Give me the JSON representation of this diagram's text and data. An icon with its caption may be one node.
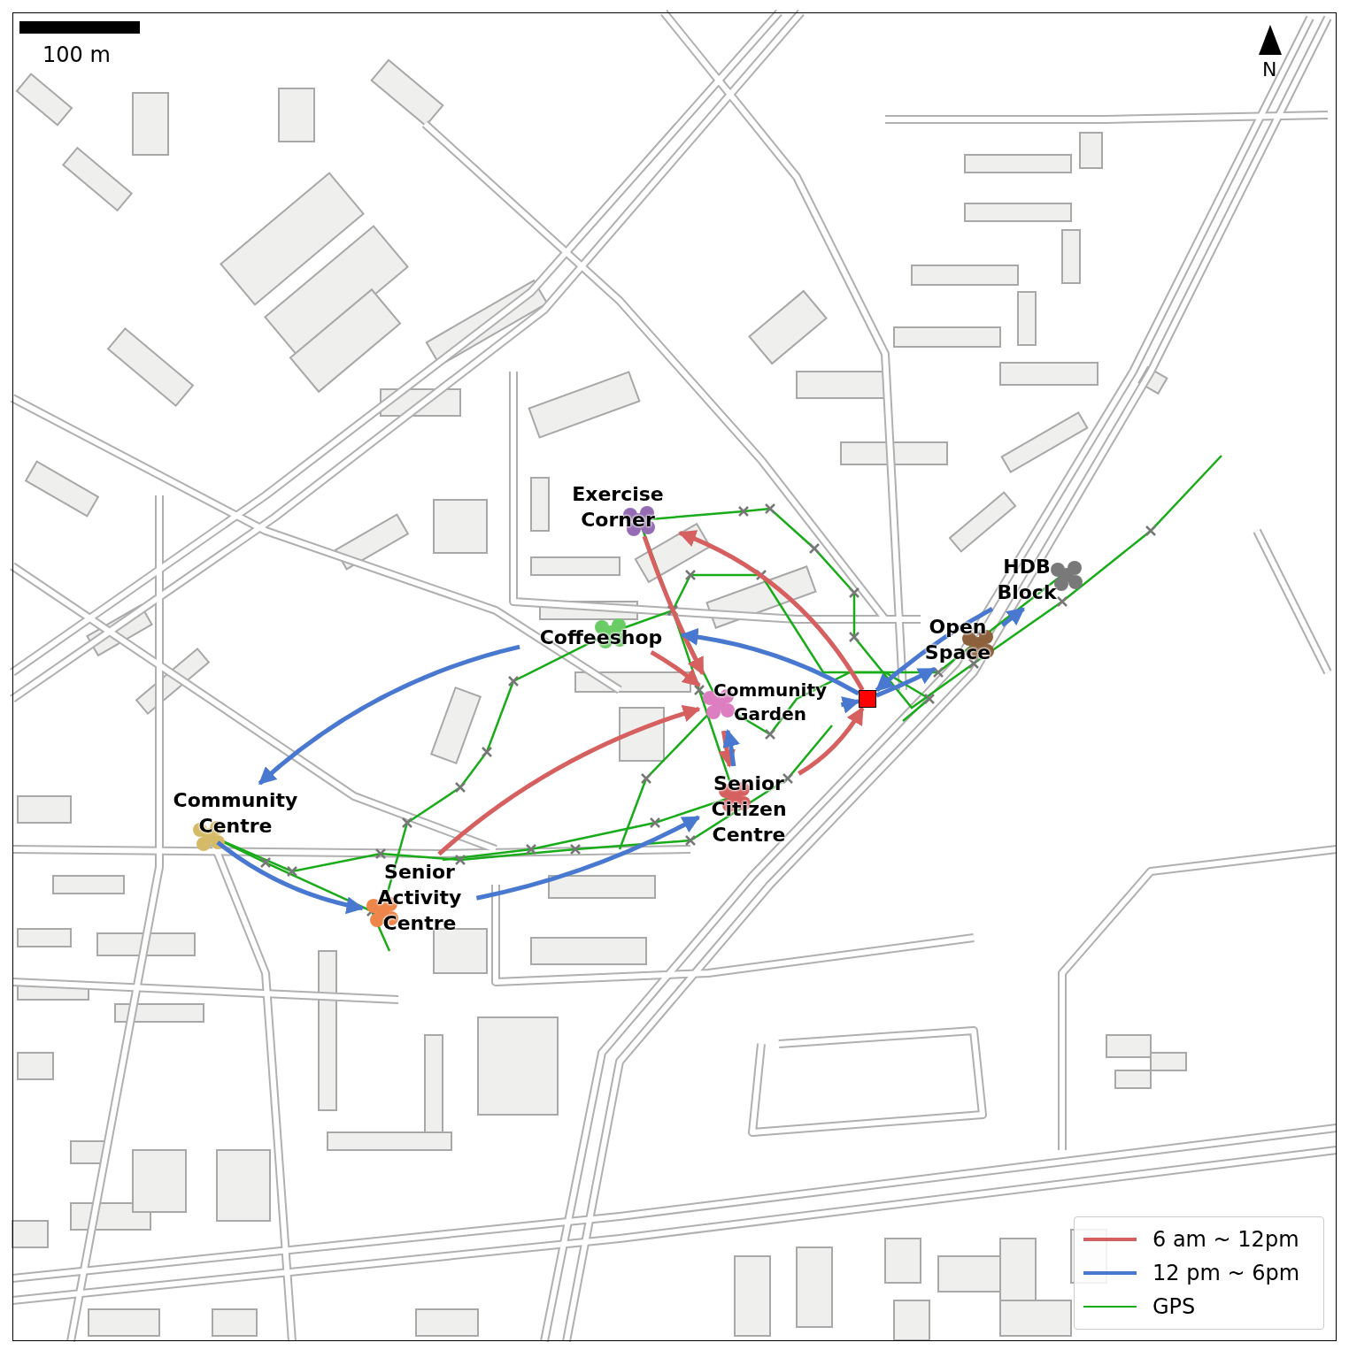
{
  "diagram": {
    "nodes": [
      {
        "text": [
          "Exercise Corner"
        ]
      },
      {
        "text": [
          "Coffeeshop"
        ]
      },
      {
        "text": [
          "Community Garden"
        ]
      },
      {
        "text": [
          "HDB Block"
        ]
      },
      {
        "text": [
          "Open Space"
        ]
      },
      {
        "text": [
          "Community Centre"
        ]
      },
      {
        "text": [
          "Senior Citizen Centre"
        ]
      },
      {
        "text": [
          "Senior Activity Centre"
        ]
      },
      {
        "text": [],
        "shape": "box"
      }
    ],
    "edges": [
      {
        "from": 8,
        "to": 0,
        "arrow": "to",
        "color": "#d65f5f"
      },
      {
        "from": 0,
        "to": 2,
        "arrow": "to",
        "color": "#d65f5f"
      },
      {
        "from": 1,
        "to": 2,
        "arrow": "to",
        "color": "#d65f5f"
      },
      {
        "from": 7,
        "to": 2,
        "arrow": "to",
        "color": "#d65f5f"
      },
      {
        "from": 2,
        "to": 6,
        "arrow": "to",
        "color": "#d65f5f"
      },
      {
        "from": 6,
        "to": 8,
        "arrow": "to",
        "color": "#d65f5f"
      },
      {
        "from": 8,
        "to": 1,
        "arrow": "to",
        "color": "#4878cf"
      },
      {
        "from": 1,
        "to": 5,
        "arrow": "to",
        "color": "#4878cf"
      },
      {
        "from": 5,
        "to": 7,
        "arrow": "to",
        "color": "#4878cf"
      },
      {
        "from": 7,
        "to": 6,
        "arrow": "to",
        "color": "#4878cf"
      },
      {
        "from": 6,
        "to": 2,
        "arrow": "to",
        "color": "#4878cf"
      },
      {
        "from": 2,
        "to": 8,
        "arrow": "to",
        "color": "#4878cf"
      },
      {
        "from": 8,
        "to": 4,
        "arrow": "to",
        "color": "#4878cf"
      },
      {
        "from": 4,
        "to": 3,
        "arrow": "to",
        "color": "#4878cf"
      },
      {
        "from": 3,
        "to": 8,
        "arrow": "to",
        "color": "#4878cf"
      }
    ],
    "labels": [
      "100 m",
      "N"
    ],
    "legend": [
      {
        "text": "6 am ~ 12pm"
      },
      {
        "text": "12 pm ~ 6pm"
      },
      {
        "text": "GPS"
      }
    ]
  }
}
